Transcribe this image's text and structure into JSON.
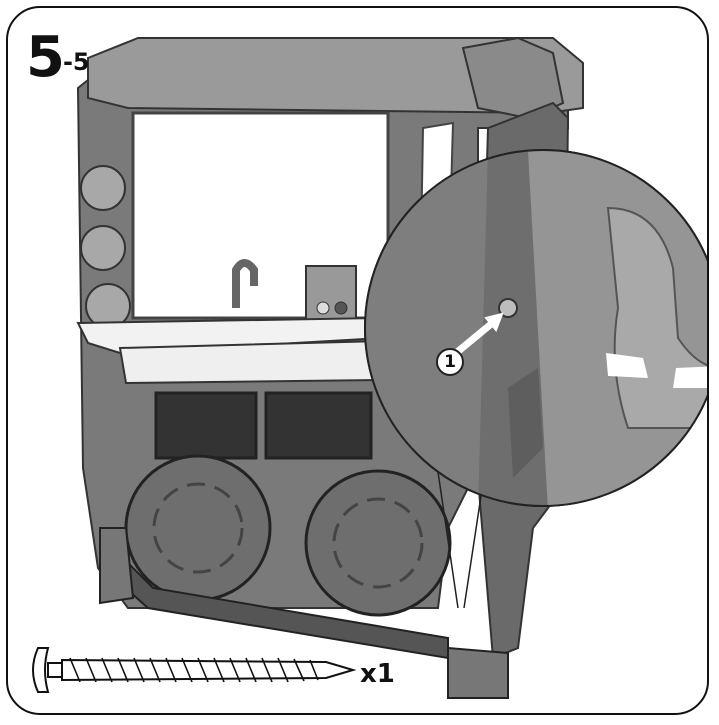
{
  "step": {
    "number": "5",
    "sub": "-5"
  },
  "callout": {
    "number": "1"
  },
  "hardware": {
    "part": "screw-icon",
    "quantity": "x1"
  },
  "colors": {
    "plastic_dark": "#6b6b6b",
    "plastic_mid": "#8e8e8e",
    "plastic_light": "#b5b5b5",
    "counter_white": "#efefef",
    "outline": "#111111"
  }
}
